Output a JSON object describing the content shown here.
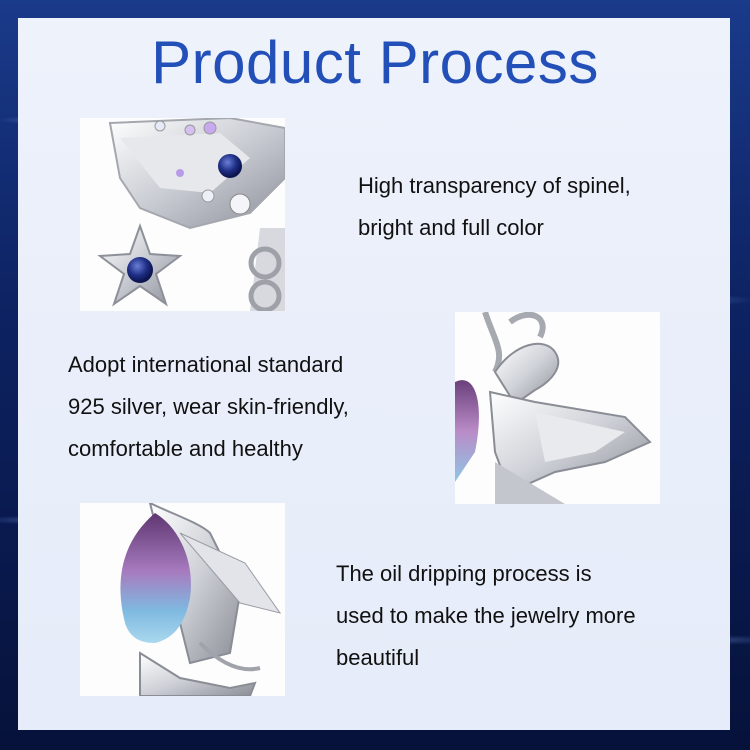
{
  "title": "Product Process",
  "sections": [
    {
      "image_icon": "silver-star-charm-photo",
      "lines": [
        "High transparency of spinel,",
        "bright and full color"
      ]
    },
    {
      "image_icon": "silver-fairy-charm-photo",
      "lines": [
        "Adopt international standard",
        "925 silver, wear skin-friendly,",
        "comfortable and healthy"
      ]
    },
    {
      "image_icon": "fairy-enamel-detail-photo",
      "lines": [
        "The oil dripping process is",
        "used to make the jewelry more",
        "beautiful"
      ]
    }
  ],
  "colors": {
    "title": "#2250b8",
    "panel": "#eef2fb",
    "background": "#0b1c4f",
    "spinel": "#1f2f86",
    "enamel_purple": "#7a4d86",
    "enamel_blue": "#8fc6e4"
  }
}
